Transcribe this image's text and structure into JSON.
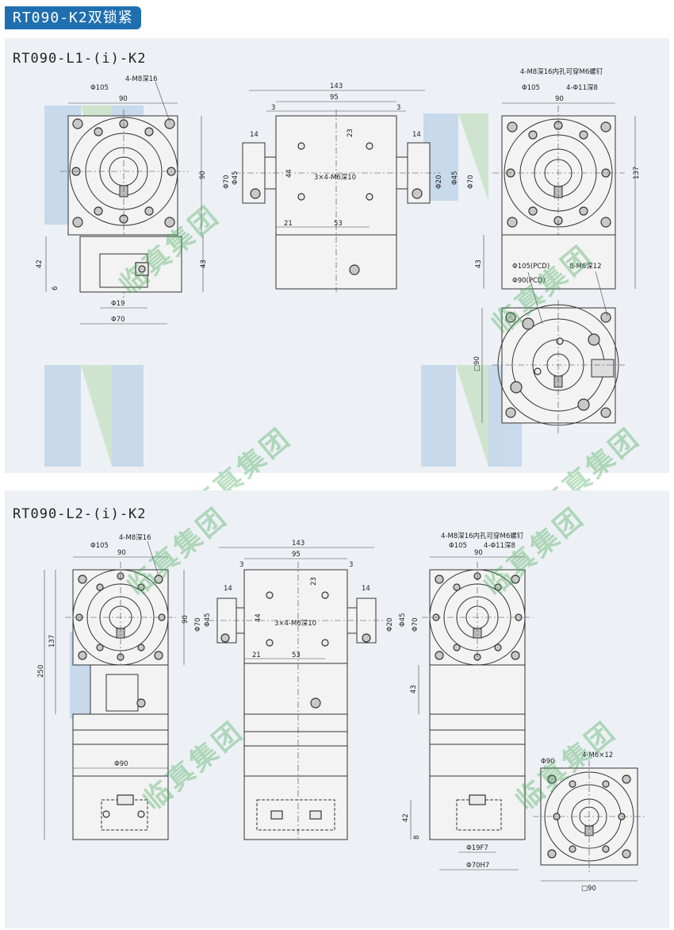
{
  "header": {
    "title": "RT090-K2双锁紧"
  },
  "panel1": {
    "title": "RT090-L1-(i)-K2",
    "front": {
      "phi105": "Φ105",
      "m8": "4-M8深16",
      "w90": "90",
      "h90": "90",
      "h42": "42",
      "h43": "43",
      "h6": "6",
      "phi19": "Φ19",
      "phi70": "Φ70"
    },
    "middle": {
      "w143": "143",
      "w95": "95",
      "d3a": "3",
      "d3b": "3",
      "d14a": "14",
      "d14b": "14",
      "d23": "23",
      "d44": "44",
      "d21": "21",
      "d53": "53",
      "m6": "3×4-M6深10",
      "phi70": "Φ70",
      "phi45a": "Φ45",
      "phi20": "Φ20",
      "phi45b": "Φ45",
      "phi70b": "Φ70"
    },
    "right": {
      "m8": "4-M8深16内孔可穿M6螺钉",
      "phi105": "Φ105",
      "phi11": "4-Φ11深8",
      "w90": "90",
      "h137": "137",
      "h43": "43"
    },
    "bottom": {
      "pcd105": "Φ105(PCD)",
      "pcd90": "Φ90(PCD)",
      "m6": "8-M6深12",
      "sq90": "□90"
    }
  },
  "panel2": {
    "title": "RT090-L2-(i)-K2",
    "left": {
      "m8": "4-M8深16",
      "phi105": "Φ105",
      "w90": "90",
      "h90": "90",
      "h137": "137",
      "h250": "250",
      "phi90": "Φ90"
    },
    "middle": {
      "w143": "143",
      "w95": "95",
      "d3a": "3",
      "d3b": "3",
      "d14a": "14",
      "d14b": "14",
      "d23": "23",
      "d44": "44",
      "d21": "21",
      "d53": "53",
      "m6": "3×4-M6深10",
      "phi70": "Φ70",
      "phi45a": "Φ45",
      "phi20": "Φ20",
      "phi45b": "Φ45",
      "phi70b": "Φ70"
    },
    "right": {
      "m8": "4-M8深16内孔可穿M6螺钉",
      "phi105": "Φ105",
      "phi11": "4-Φ11深8",
      "w90": "90",
      "h43": "43",
      "h42": "42",
      "h8": "8",
      "phi19": "Φ19F7",
      "phi70": "Φ70H7"
    },
    "small": {
      "phi90": "Φ90",
      "m6": "4-M6×12",
      "sq90": "□90"
    }
  },
  "watermark": {
    "text": "临真集团"
  },
  "colors": {
    "tag": "#1f6fb0",
    "panel": "#edf1f5",
    "logo_blue": "#a9c6e4",
    "logo_green": "#b7dbb0"
  }
}
